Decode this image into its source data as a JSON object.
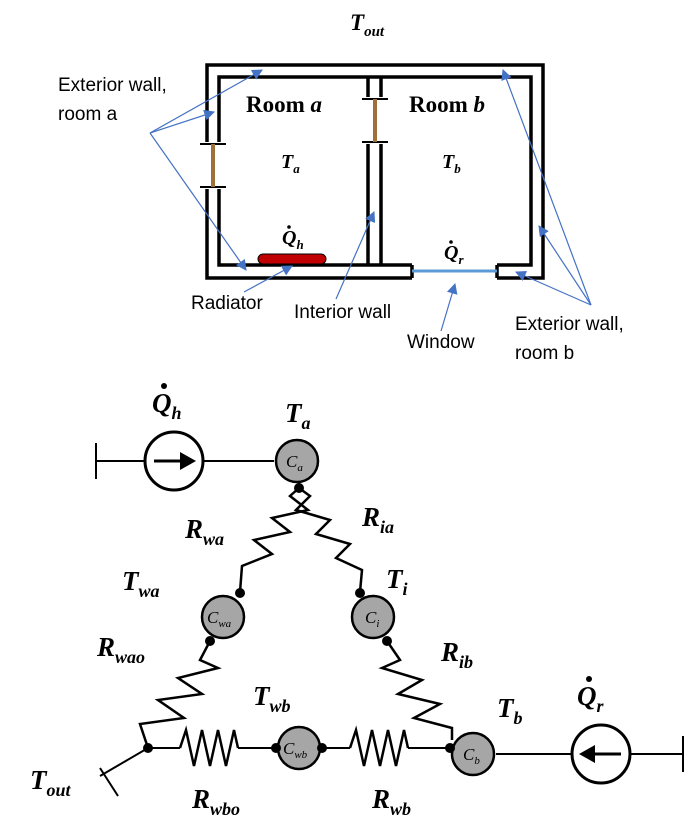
{
  "floor_plan": {
    "t_out": "T",
    "t_out_sub": "out",
    "room_a": {
      "name": "Room ",
      "letter": "a"
    },
    "room_b": {
      "name": "Room ",
      "letter": "b"
    },
    "t_a": {
      "main": "T",
      "sub": "a"
    },
    "t_b": {
      "main": "T",
      "sub": "b"
    },
    "q_h": {
      "main": "Q",
      "sub": "h"
    },
    "q_r": {
      "main": "Q",
      "sub": "r"
    },
    "labels": {
      "ext_a_line1": "Exterior wall,",
      "ext_a_line2": "room a",
      "radiator": "Radiator",
      "interior": "Interior wall",
      "window": "Window",
      "ext_b_line1": "Exterior wall,",
      "ext_b_line2": "room b"
    },
    "colors": {
      "radiator": "#c00000",
      "window": "#5b9bd5",
      "insulation": "#a0703a",
      "arrows": "#4472c4"
    }
  },
  "circuit": {
    "sources": {
      "q_h": {
        "main": "Q",
        "sub": "h"
      },
      "q_r": {
        "main": "Q",
        "sub": "r"
      }
    },
    "temperatures": {
      "t_a": {
        "main": "T",
        "sub": "a"
      },
      "t_wa": {
        "main": "T",
        "sub": "wa"
      },
      "t_i": {
        "main": "T",
        "sub": "i"
      },
      "t_wb": {
        "main": "T",
        "sub": "wb"
      },
      "t_b": {
        "main": "T",
        "sub": "b"
      },
      "t_out": {
        "main": "T",
        "sub": "out"
      }
    },
    "resistors": {
      "r_wa": {
        "main": "R",
        "sub": "wa"
      },
      "r_ia": {
        "main": "R",
        "sub": "ia"
      },
      "r_wao": {
        "main": "R",
        "sub": "wao"
      },
      "r_ib": {
        "main": "R",
        "sub": "ib"
      },
      "r_wbo": {
        "main": "R",
        "sub": "wbo"
      },
      "r_wb": {
        "main": "R",
        "sub": "wb"
      }
    },
    "capacitors": {
      "c_a": {
        "main": "C",
        "sub": "a"
      },
      "c_wa": {
        "main": "C",
        "sub": "wa"
      },
      "c_i": {
        "main": "C",
        "sub": "i"
      },
      "c_wb": {
        "main": "C",
        "sub": "wb"
      },
      "c_b": {
        "main": "C",
        "sub": "b"
      }
    },
    "colors": {
      "node_fill": "#a6a6a6"
    }
  }
}
